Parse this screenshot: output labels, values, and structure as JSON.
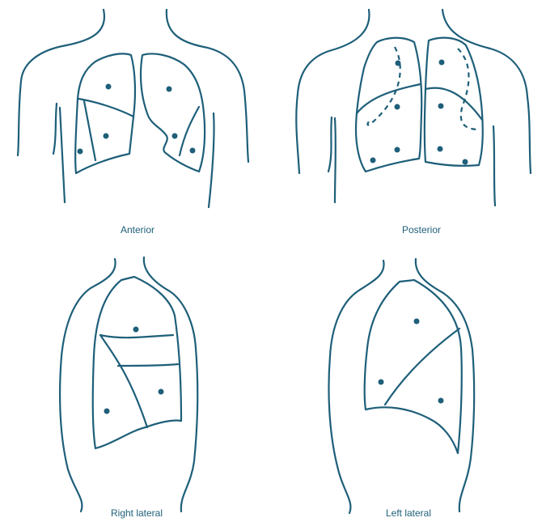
{
  "colors": {
    "ink": "#1e5f79",
    "background": "#ffffff"
  },
  "views": [
    {
      "id": "anterior",
      "label": "Anterior"
    },
    {
      "id": "posterior",
      "label": "Posterior"
    },
    {
      "id": "right-lateral",
      "label": "Right lateral"
    },
    {
      "id": "left-lateral",
      "label": "Left lateral"
    }
  ]
}
